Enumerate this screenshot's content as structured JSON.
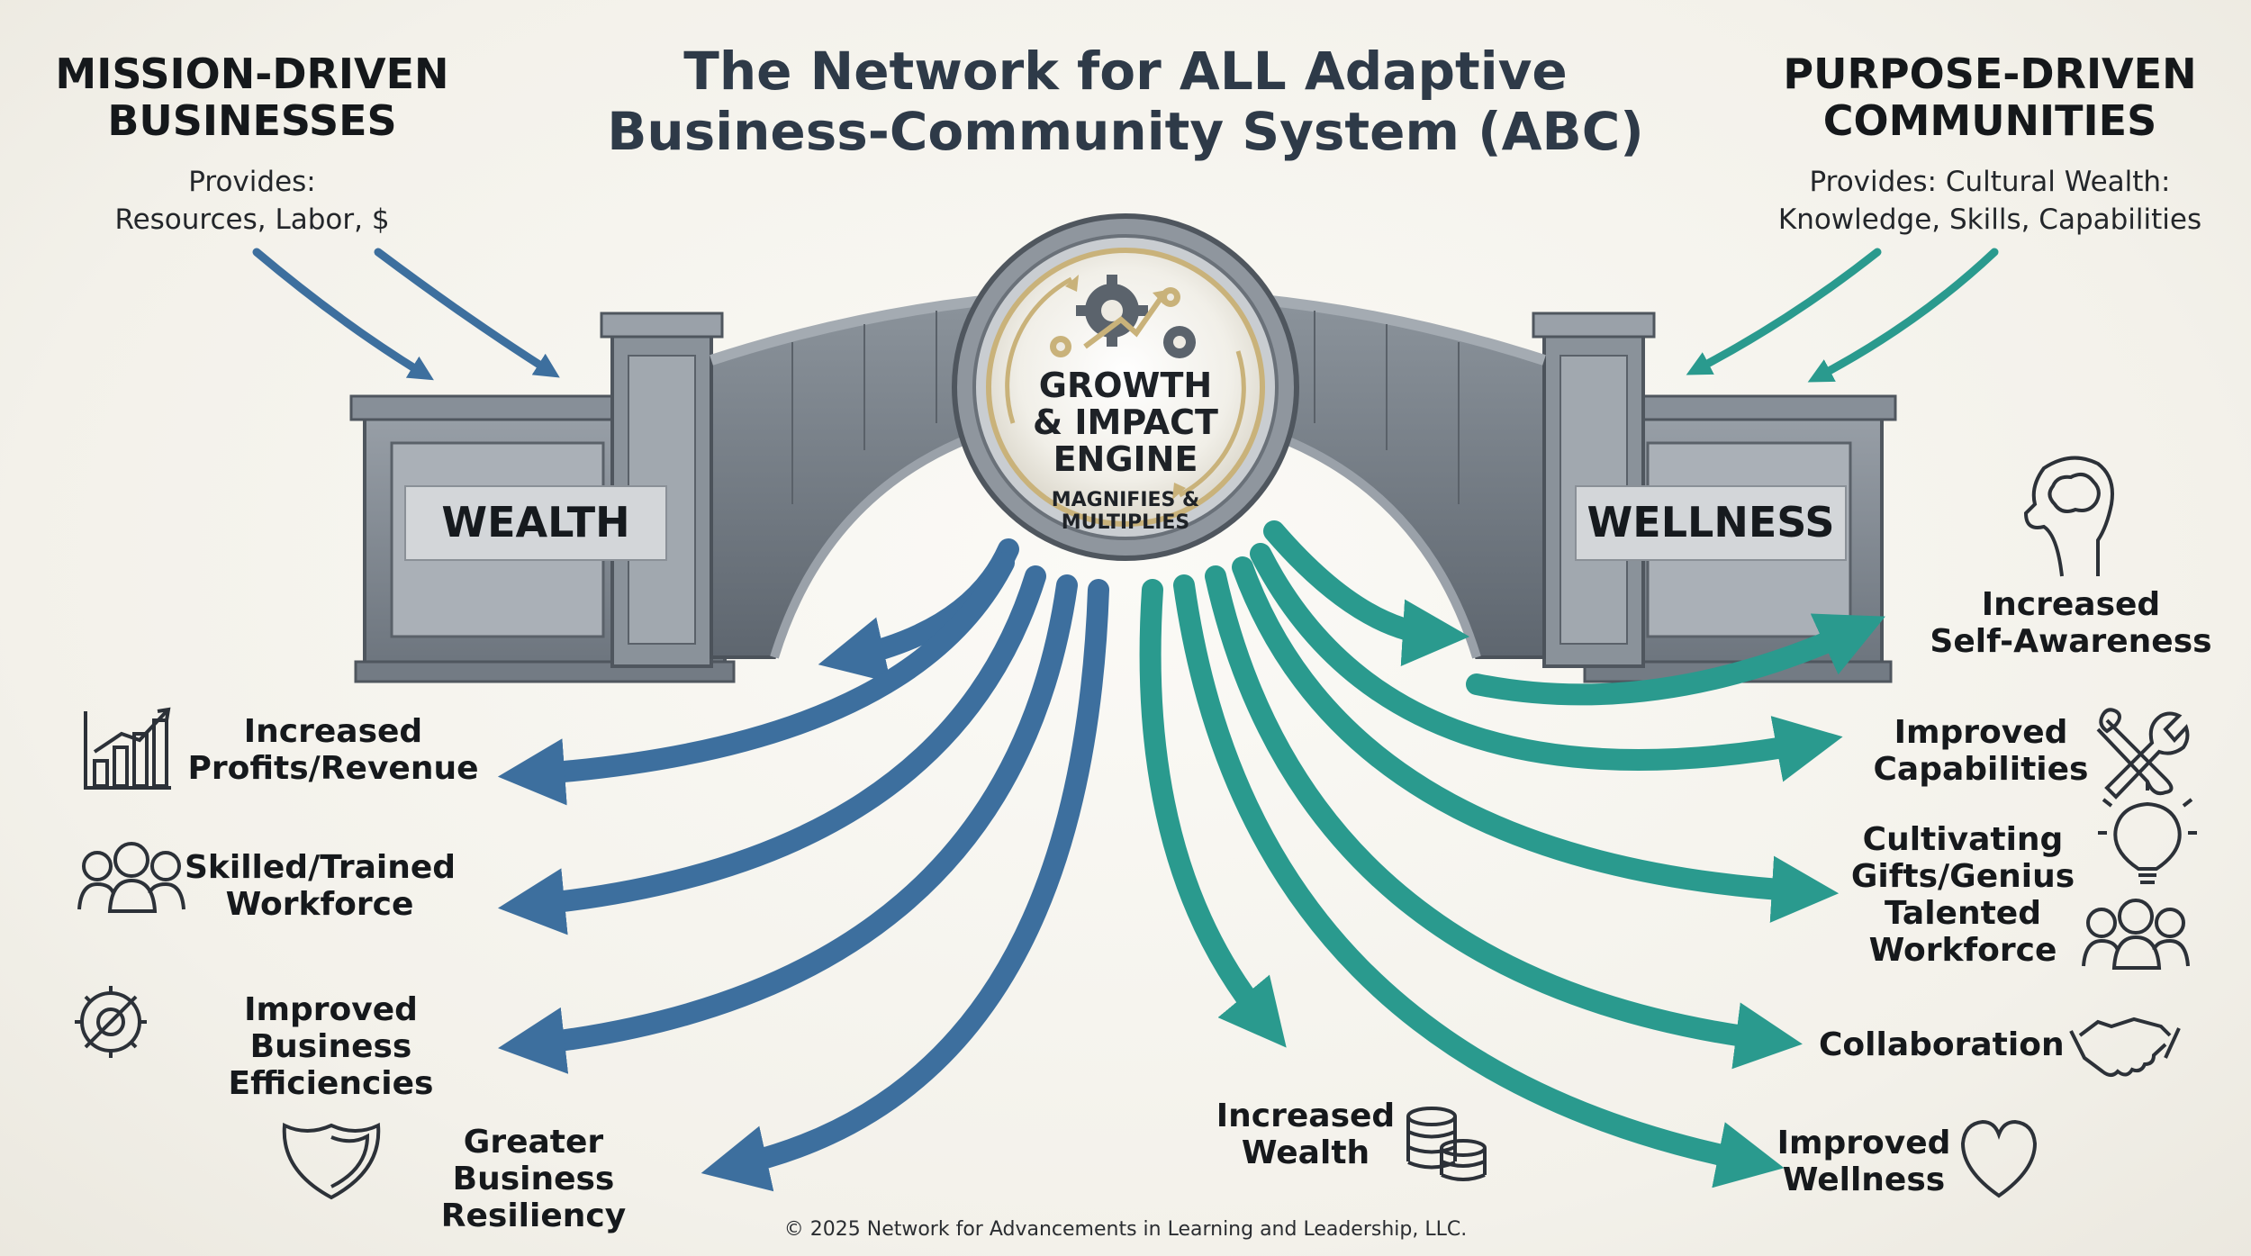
{
  "title_line1": "The Network for ALL Adaptive",
  "title_line2": "Business-Community System (ABC)",
  "left_panel": {
    "heading_line1": "MISSION-DRIVEN",
    "heading_line2": "BUSINESSES",
    "provides_line1": "Provides:",
    "provides_line2": "Resources, Labor, $"
  },
  "right_panel": {
    "heading_line1": "PURPOSE-DRIVEN",
    "heading_line2": "COMMUNITIES",
    "provides_line1": "Provides: Cultural Wealth:",
    "provides_line2": "Knowledge, Skills, Capabilities"
  },
  "bridge": {
    "left_plaque": "WEALTH",
    "right_plaque": "WELLNESS"
  },
  "engine": {
    "line1": "GROWTH",
    "line2": "& IMPACT",
    "line3": "ENGINE",
    "sub_line1": "MAGNIFIES &",
    "sub_line2": "MULTIPLIES"
  },
  "business_outcomes": [
    {
      "line1": "Increased",
      "line2": "Profits/Revenue",
      "icon": "bar-chart-icon"
    },
    {
      "line1": "Skilled/Trained",
      "line2": "Workforce",
      "icon": "people-icon"
    },
    {
      "line1": "Improved Business",
      "line2": "Efficiencies",
      "icon": "gear-icon"
    },
    {
      "line1": "Greater Business",
      "line2": "Resiliency",
      "icon": "shield-icon"
    }
  ],
  "center_outcome": {
    "line1": "Increased",
    "line2": "Wealth",
    "icon": "coins-icon"
  },
  "community_outcomes": [
    {
      "line1": "Increased",
      "line2": "Self-Awareness",
      "icon": "brain-head-icon"
    },
    {
      "line1": "Improved",
      "line2": "Capabilities",
      "icon": "tools-icon"
    },
    {
      "line1": "Cultivating",
      "line2": "Gifts/Genius",
      "icon": "lightbulb-icon"
    },
    {
      "line1": "Talented",
      "line2": "Workforce",
      "icon": "people-icon"
    },
    {
      "line1": "Collaboration",
      "icon": "handshake-icon"
    },
    {
      "line1": "Improved",
      "line2": "Wellness",
      "icon": "heart-icon"
    }
  ],
  "colors": {
    "blue": "#3d6f9e",
    "teal": "#2a9a8e",
    "stone": "#7f8790",
    "gold": "#c9b27a"
  },
  "footer": "© 2025 Network for Advancements in Learning and Leadership, LLC."
}
